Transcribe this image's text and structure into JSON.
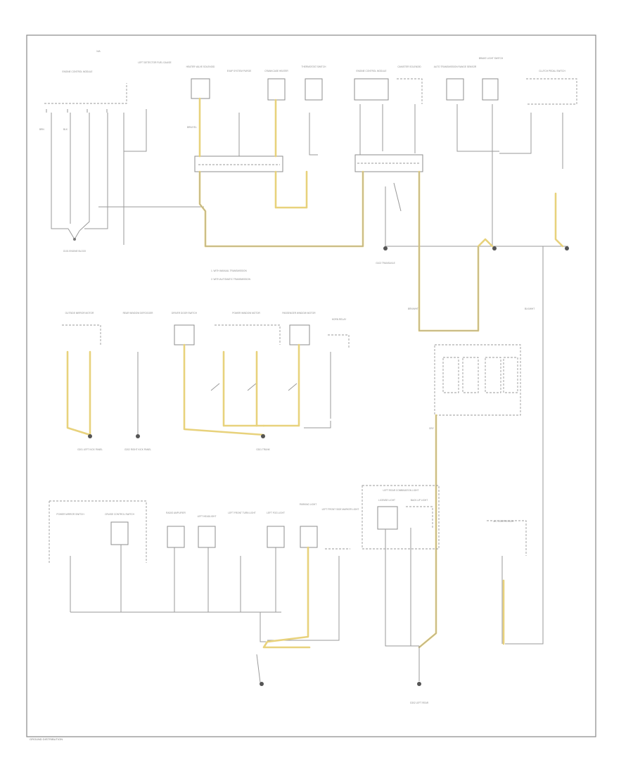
{
  "diagram": {
    "figure_label": "GROUND DISTRIBUTION",
    "top_note": "N/A",
    "yellow_wire_color": "#e8d27c",
    "components_top": [
      "ENGINE CONTROL MODULE",
      "LEFT DETECTOR FUEL GAUGE",
      "HEATER VALVE SOLENOID",
      "EVAP SYSTEM PURGE",
      "CRANKCASE HEATER",
      "THERMOSTAT SWITCH",
      "ENGINE CONTROL MODULE",
      "CANISTER SOLENOID",
      "AUTO TRANSMISSION RANGE SENSOR",
      "BRAKE LIGHT SWITCH",
      "CLUTCH PEDAL SWITCH"
    ],
    "components_middle": [
      "OUTSIDE MIRROR MOTOR",
      "REAR WINDOW DEFOGGER",
      "DRIVER DOOR SWITCH",
      "POWER WINDOW MOTOR",
      "PASSENGER WINDOW MOTOR",
      "HORN RELAY"
    ],
    "components_bottom": [
      "POWER MIRROR SWITCH",
      "CRUISE CONTROL SWITCH",
      "RADIO AMPLIFIER",
      "LEFT HEADLIGHT",
      "LEFT FRONT TURN LIGHT",
      "LEFT FOG LIGHT",
      "PARKING LIGHT",
      "LEFT FRONT SIDE MARKER LIGHT",
      "LEFT REAR COMBINATION LIGHT",
      "LICENSE LIGHT",
      "BACK-UP LIGHT",
      "A/C COMPRESSOR"
    ],
    "grounds": [
      "G101 ENGINE BLOCK",
      "G102 TRANSAXLE",
      "G201 LEFT KICK PANEL",
      "G202 RIGHT KICK PANEL",
      "G301 TRUNK",
      "G302 LEFT REAR"
    ],
    "wire_colors": [
      "BRN",
      "BLK",
      "BLK/WHT",
      "BRN/YEL",
      "BRN/WHT",
      "GRY"
    ],
    "notes": [
      "1. WITH MANUAL TRANSMISSION",
      "2. WITH AUTOMATIC TRANSMISSION"
    ]
  }
}
